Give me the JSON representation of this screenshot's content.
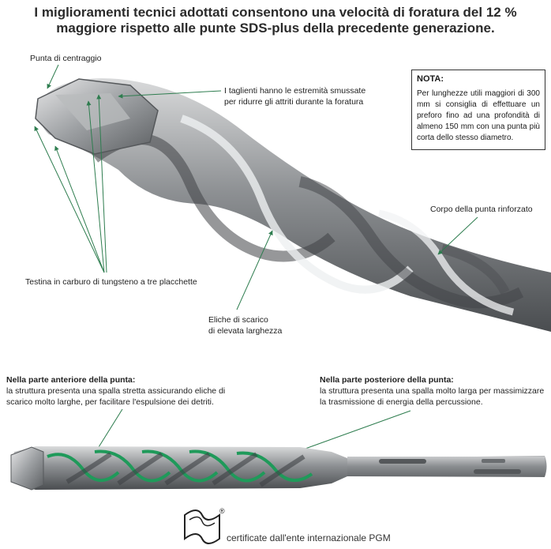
{
  "headline": {
    "line1": "I miglioramenti tecnici adottati consentono una velocità di foratura del 12 %",
    "line2": "maggiore rispetto alle punte SDS-plus della precedente generazione."
  },
  "labels": {
    "tip": "Punta di centraggio",
    "edges_line1": "I taglienti hanno le estremità smussate",
    "edges_line2": "per ridurre gli attriti durante la foratura",
    "head": "Testina in carburo di tungsteno a tre placchette",
    "flutes_line1": "Eliche di scarico",
    "flutes_line2": "di elevata larghezza",
    "body": "Corpo della punta rinforzato"
  },
  "nota": {
    "title": "NOTA:",
    "text": "Per lunghezze utili maggiori di 300 mm si consiglia di effettuare un preforo fino ad una profondità di almeno 150 mm con una punta più corta dello stesso diametro."
  },
  "front": {
    "title": "Nella parte anteriore della punta:",
    "text": "la struttura presenta una spalla stretta assicurando eliche di scarico molto larghe, per facilitare l'espulsione dei detriti."
  },
  "rear": {
    "title": "Nella parte posteriore della punta:",
    "text": "la struttura presenta una spalla molto larga per massimizzare la trasmissione di energia della percussione."
  },
  "certification": {
    "mark": "®",
    "text": "certificate dall'ente internazionale PGM"
  },
  "colors": {
    "steel_dark": "#5a5d60",
    "steel_mid": "#9a9da0",
    "steel_light": "#d8d9da",
    "accent_green": "#1f9a5a",
    "arrow": "#2e7d4f"
  }
}
